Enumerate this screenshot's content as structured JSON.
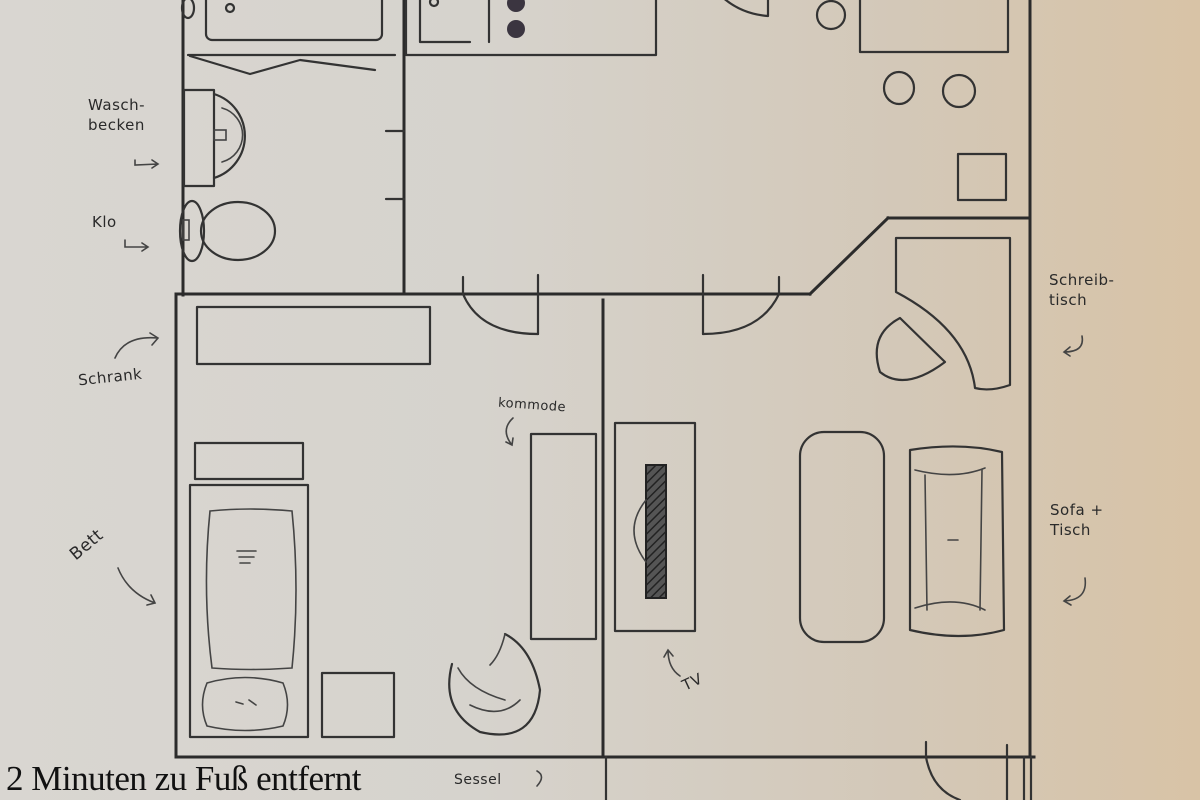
{
  "caption": "2 Minuten zu Fuß entfernt",
  "labels": {
    "waschbecken": "Wasch-\nbecken",
    "klo": "Klo",
    "schrank": "Schrank",
    "bett": "Bett",
    "kommode": "kommode",
    "tv": "TV",
    "schreibtisch": "Schreib-\ntisch",
    "sofa_tisch": "Sofa +\nTisch",
    "sessel": "Sessel"
  },
  "colors": {
    "ink": "#2b2b2b",
    "paper": "#d9d6d1",
    "paper_warm": "#d8c3a6"
  }
}
